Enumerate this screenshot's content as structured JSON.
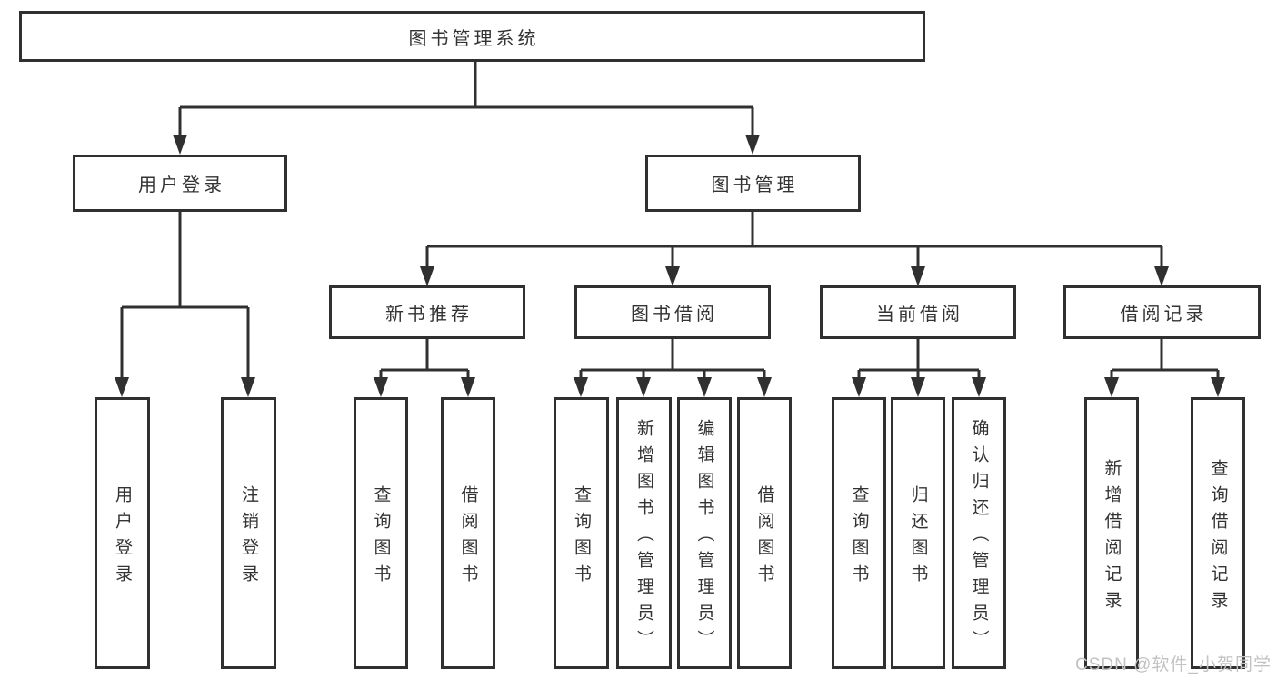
{
  "diagram": {
    "root": {
      "label": "图书管理系统"
    },
    "branches": [
      {
        "label": "用户登录",
        "children": [
          {
            "label": "用户登录"
          },
          {
            "label": "注销登录"
          }
        ]
      },
      {
        "label": "图书管理",
        "children": [
          {
            "label": "新书推荐",
            "children": [
              {
                "label": "查询图书"
              },
              {
                "label": "借阅图书"
              }
            ]
          },
          {
            "label": "图书借阅",
            "children": [
              {
                "label": "查询图书"
              },
              {
                "label": "新增图书（管理员）"
              },
              {
                "label": "编辑图书（管理员）"
              },
              {
                "label": "借阅图书"
              }
            ]
          },
          {
            "label": "当前借阅",
            "children": [
              {
                "label": "查询图书"
              },
              {
                "label": "归还图书"
              },
              {
                "label": "确认归还（管理员）"
              }
            ]
          },
          {
            "label": "借阅记录",
            "children": [
              {
                "label": "新增借阅记录"
              },
              {
                "label": "查询借阅记录"
              }
            ]
          }
        ]
      }
    ]
  },
  "colors": {
    "line": "#303030",
    "text": "#333333",
    "background": "#ffffff",
    "watermark_text": "#c2c2c2"
  },
  "watermark": {
    "text": "CSDN @软件_小贺同学"
  }
}
